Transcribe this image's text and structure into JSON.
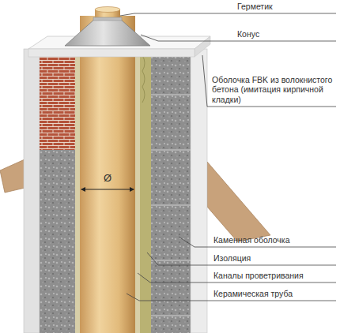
{
  "diagram": {
    "labels": [
      "Герметик",
      "Конус",
      "Оболочка FBK из волокнистого бетона (имитация кирпичной кладки)",
      "Каменная оболочка",
      "Изоляция",
      "Каналы проветривания",
      "Керамическая труба",
      "Ø"
    ]
  }
}
